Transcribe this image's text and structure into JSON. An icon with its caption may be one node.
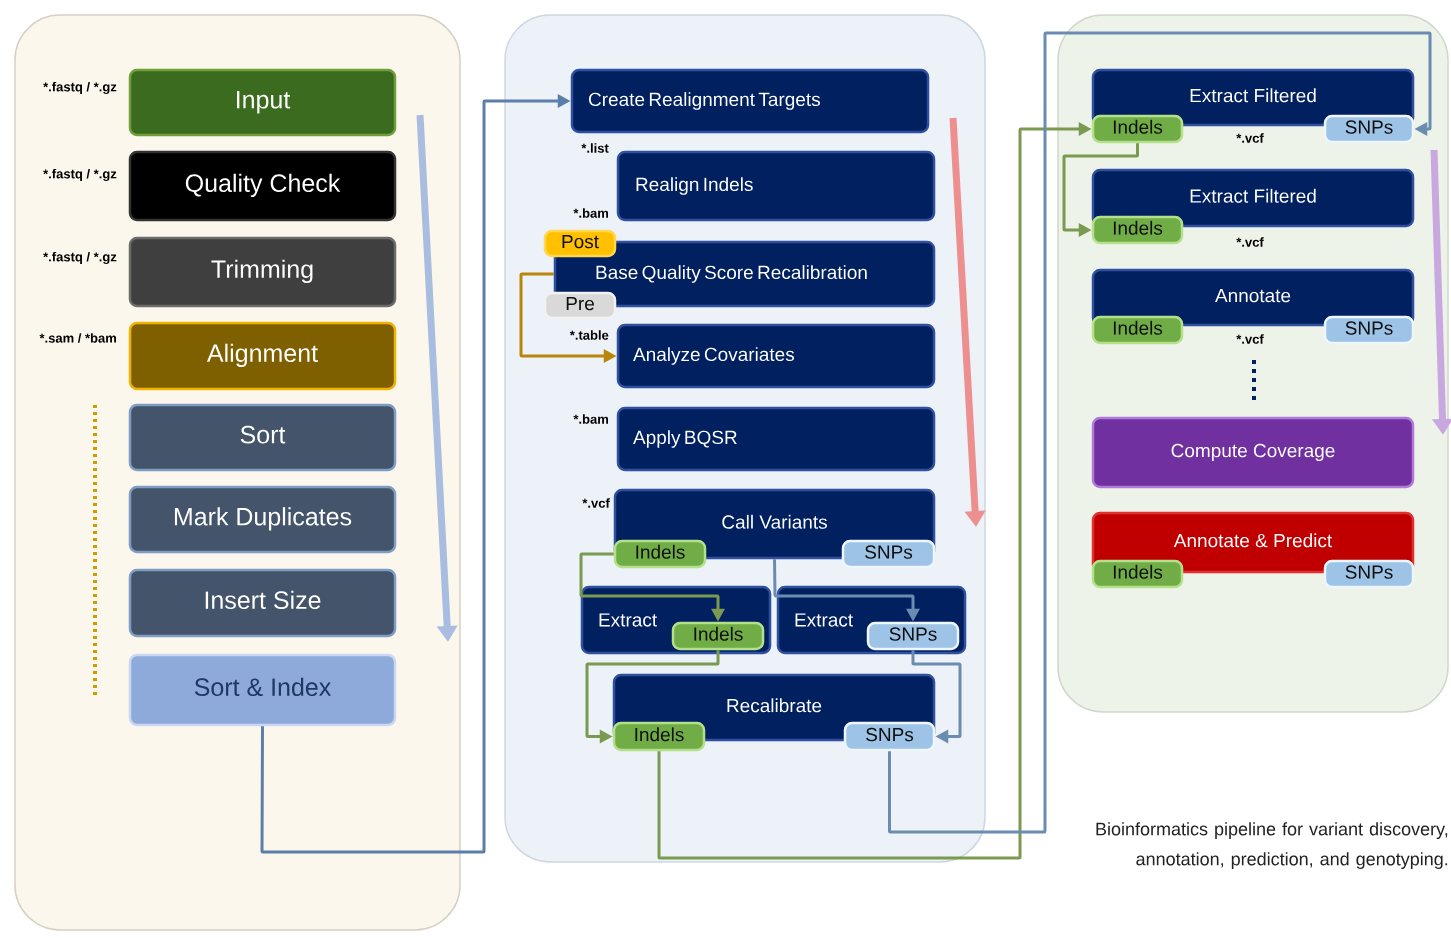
{
  "diagram": {
    "caption": "Bioinformatics pipeline for variant discovery, annotation, prediction, and genotyping.",
    "nodes": [
      {
        "text": [],
        "shape": "box"
      },
      {
        "text": [
          "Input"
        ],
        "in": 0,
        "beside": [
          "*.fastq / *.gz"
        ]
      },
      {
        "text": [
          "Quality Check"
        ],
        "in": 0,
        "beside": [
          "*.fastq / *.gz"
        ]
      },
      {
        "text": [
          "Trimming"
        ],
        "in": 0,
        "beside": [
          "*.fastq / *.gz"
        ]
      },
      {
        "text": [
          "Alignment"
        ],
        "in": 0,
        "beside": [
          "*.sam / *bam"
        ]
      },
      {
        "text": [
          "Sort"
        ],
        "in": 0
      },
      {
        "text": [
          "Mark Duplicates"
        ],
        "in": 0
      },
      {
        "text": [
          "Insert Size"
        ],
        "in": 0
      },
      {
        "text": [
          "Sort & Index"
        ],
        "in": 0
      },
      {
        "text": [],
        "shape": "box"
      },
      {
        "text": [
          "Create Realignment Targets"
        ],
        "in": 9
      },
      {
        "text": [
          "Realign Indels"
        ],
        "in": 9,
        "beside": [
          "*.list",
          "*.bam"
        ]
      },
      {
        "text": [
          "Base Quality Score Recalibration"
        ],
        "in": 9
      },
      {
        "text": [
          "Post"
        ],
        "in": 9
      },
      {
        "text": [
          "Pre"
        ],
        "in": 9
      },
      {
        "text": [
          "Analyze Covariates"
        ],
        "in": 9,
        "beside": [
          "*.table"
        ]
      },
      {
        "text": [
          "Apply BQSR"
        ],
        "in": 9,
        "beside": [
          "*.bam"
        ]
      },
      {
        "text": [
          "Call Variants"
        ],
        "in": 9,
        "beside": [
          "*.vcf"
        ]
      },
      {
        "text": [
          "Indels"
        ],
        "in": 9
      },
      {
        "text": [
          "SNPs"
        ],
        "in": 9
      },
      {
        "text": [
          "Extract"
        ],
        "in": 9
      },
      {
        "text": [
          "Indels"
        ],
        "in": 20
      },
      {
        "text": [
          "Extract"
        ],
        "in": 9
      },
      {
        "text": [
          "SNPs"
        ],
        "in": 22
      },
      {
        "text": [
          "Recalibrate"
        ],
        "in": 9
      },
      {
        "text": [
          "Indels"
        ],
        "in": 9
      },
      {
        "text": [
          "SNPs"
        ],
        "in": 9
      },
      {
        "text": [],
        "shape": "box"
      },
      {
        "text": [
          "Extract Filtered"
        ],
        "in": 27,
        "beside": [
          "*.vcf"
        ]
      },
      {
        "text": [
          "Indels"
        ],
        "in": 27
      },
      {
        "text": [
          "SNPs"
        ],
        "in": 27
      },
      {
        "text": [
          "Extract Filtered"
        ],
        "in": 27,
        "beside": [
          "*.vcf"
        ]
      },
      {
        "text": [
          "Indels"
        ],
        "in": 27
      },
      {
        "text": [
          "Annotate"
        ],
        "in": 27,
        "beside": [
          "*.vcf"
        ]
      },
      {
        "text": [
          "Indels"
        ],
        "in": 27
      },
      {
        "text": [
          "SNPs"
        ],
        "in": 27
      },
      {
        "text": [
          "Compute Coverage"
        ],
        "in": 27
      },
      {
        "text": [
          "Annotate & Predict"
        ],
        "in": 27
      },
      {
        "text": [
          "Indels"
        ],
        "in": 27
      },
      {
        "text": [
          "SNPs"
        ],
        "in": 27
      }
    ],
    "edges": [
      {
        "from": 8,
        "to": 10,
        "arrow": "to",
        "color": "#5b7fa8"
      },
      {
        "from": 12,
        "to": 15,
        "arrow": "to",
        "color": "#b8860b"
      },
      {
        "from": 18,
        "to": 21,
        "arrow": "to",
        "color": "#7a9a50"
      },
      {
        "from": 17,
        "to": 23,
        "arrow": "to",
        "color": "#6a8cb0"
      },
      {
        "from": 21,
        "to": 25,
        "arrow": "to",
        "color": "#7a9a50"
      },
      {
        "from": 23,
        "to": 26,
        "arrow": "to",
        "color": "#6a8cb0"
      },
      {
        "from": 25,
        "to": 29,
        "arrow": "to",
        "color": "#7a9a50"
      },
      {
        "from": 26,
        "to": 30,
        "arrow": "to",
        "color": "#6a8cb0"
      },
      {
        "from": 29,
        "to": 32,
        "arrow": "to",
        "color": "#7a9a50"
      }
    ]
  }
}
